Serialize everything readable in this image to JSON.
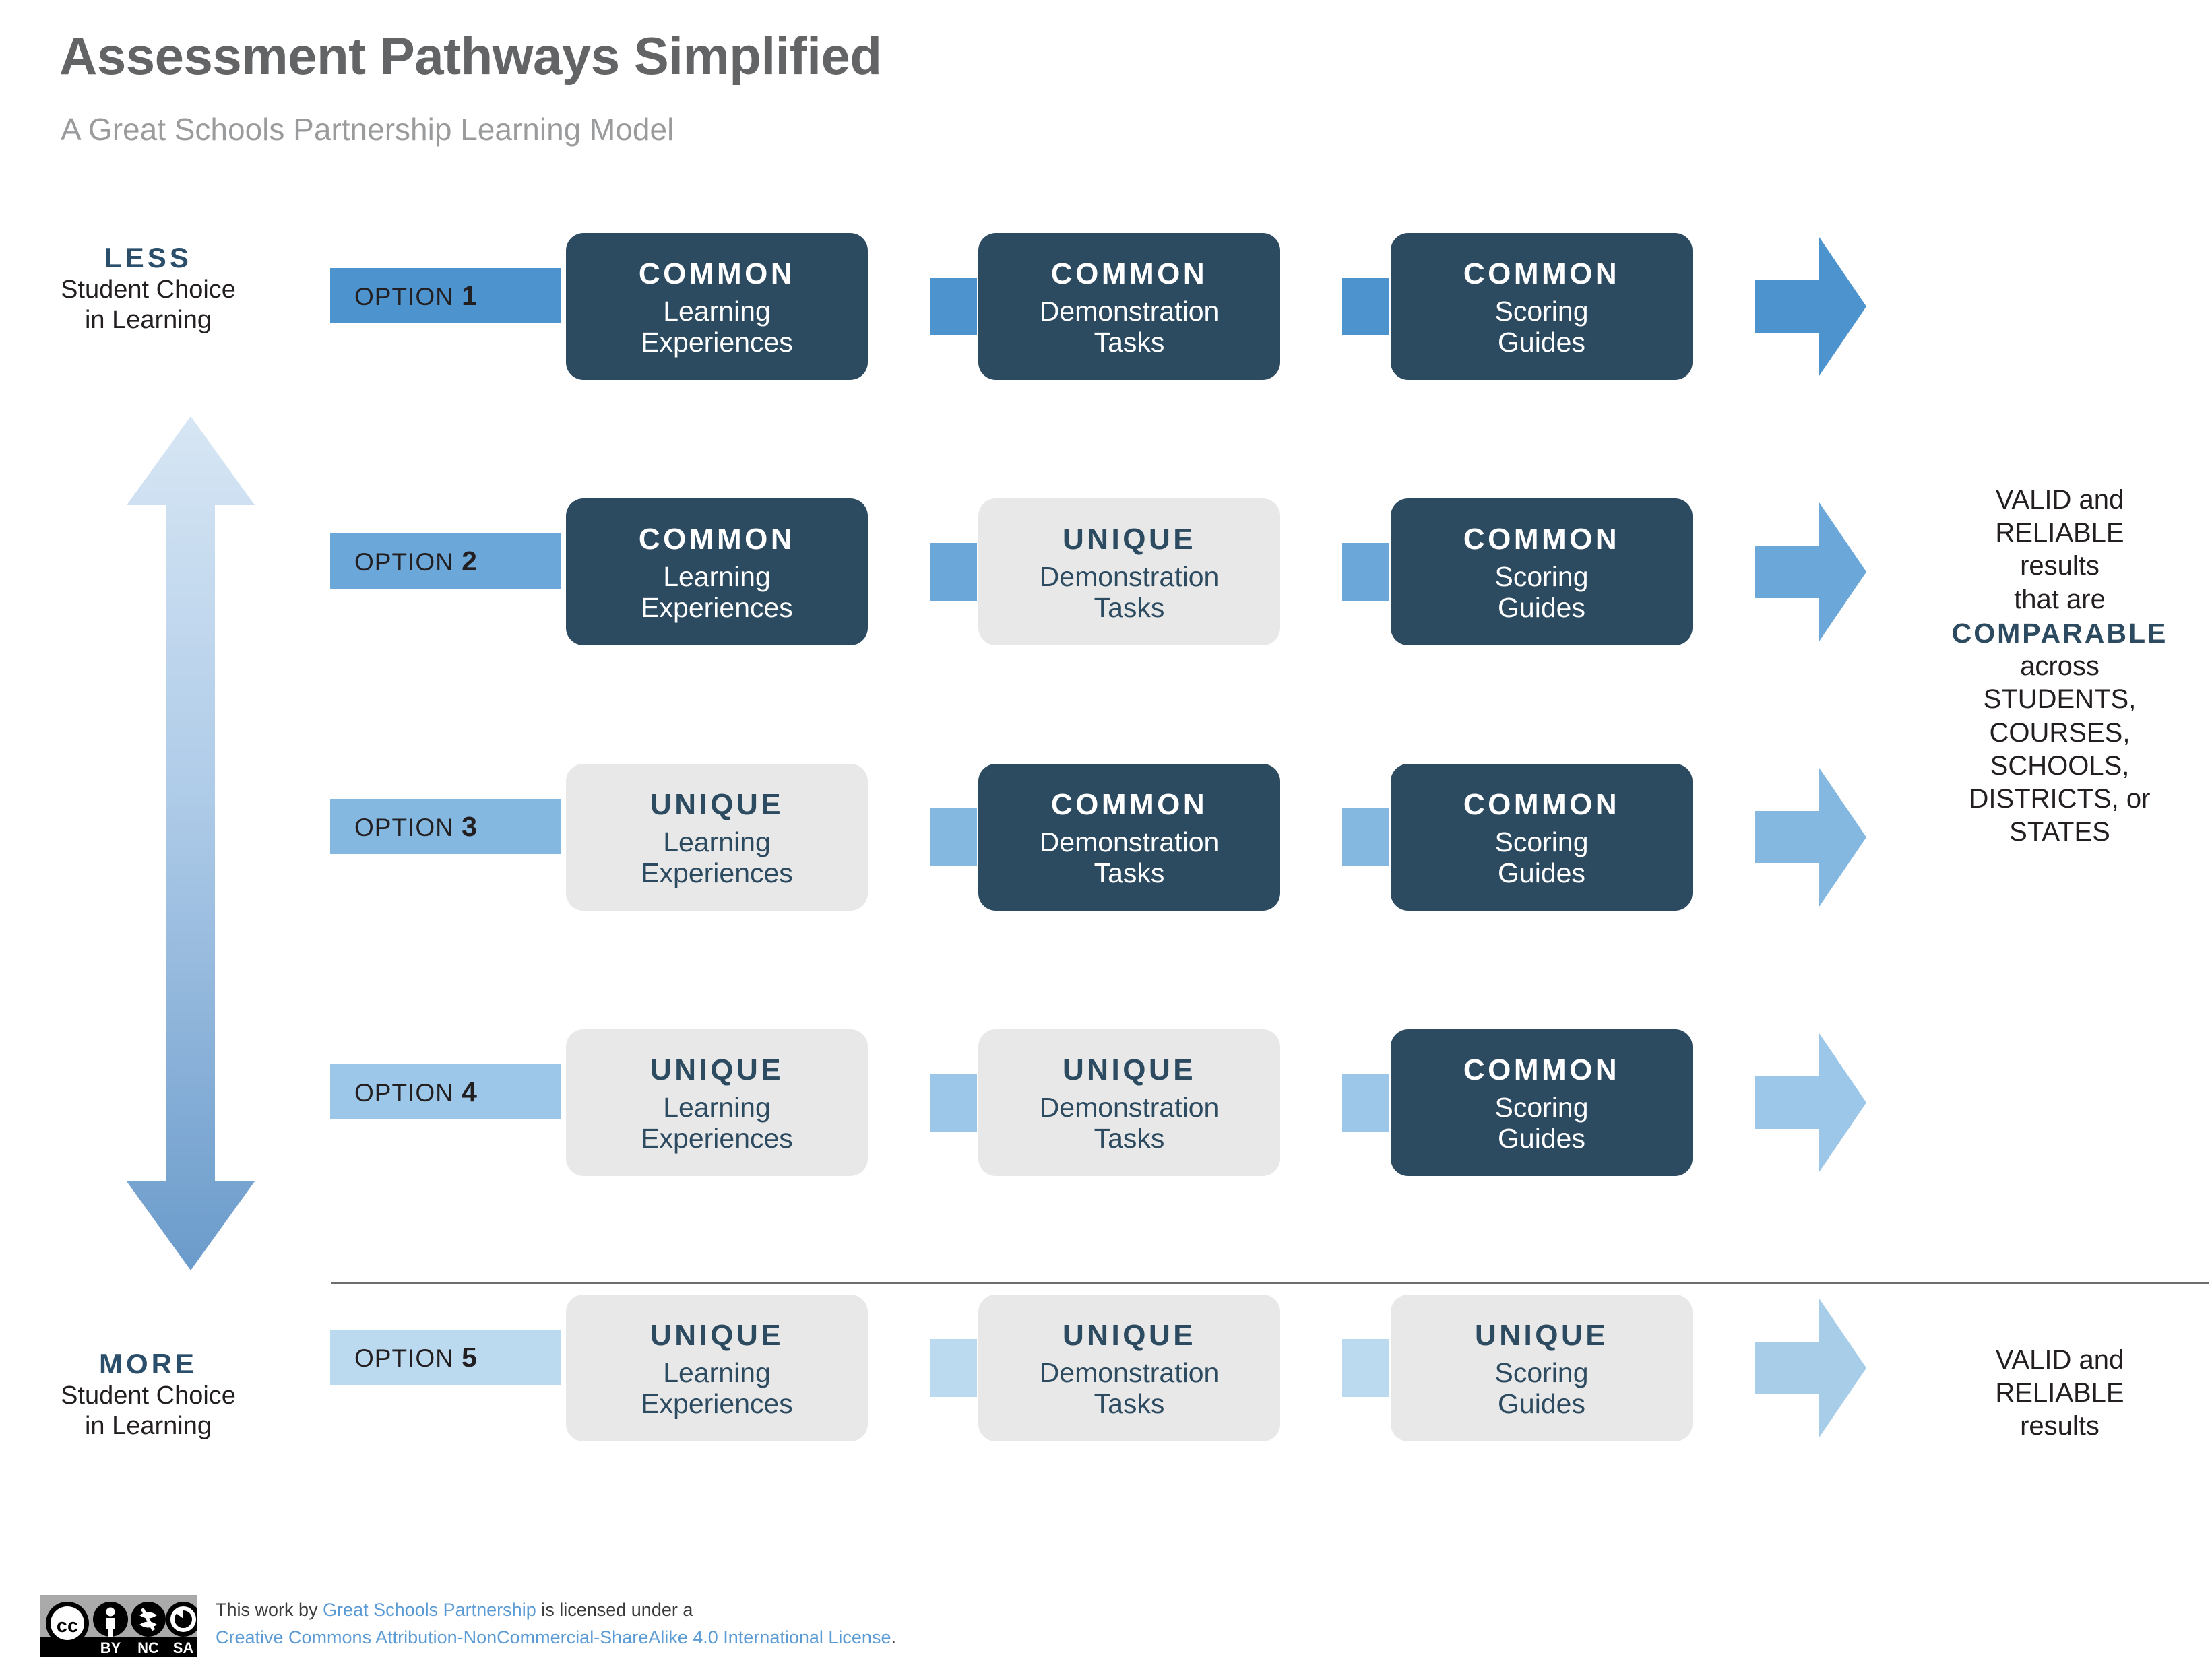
{
  "header": {
    "title": "Assessment Pathways Simplified",
    "subtitle": "A Great Schools Partnership Learning Model"
  },
  "axis": {
    "top": {
      "emphasis": "LESS",
      "line1": "Student Choice",
      "line2": "in Learning"
    },
    "bottom": {
      "emphasis": "MORE",
      "line1": "Student Choice",
      "line2": "in Learning"
    },
    "arrow_name": "double-headed-vertical-arrow"
  },
  "columns": [
    "Learning Experiences",
    "Demonstration Tasks",
    "Scoring Guides"
  ],
  "rows": [
    {
      "option_label": "OPTION",
      "option_number": "1",
      "tag_color": "#4d94ce",
      "connector_color": "#4d94ce",
      "arrow_color": "#4d94ce",
      "stages": [
        {
          "kind": "COMMON",
          "what_line1": "Learning",
          "what_line2": "Experiences",
          "style": "common"
        },
        {
          "kind": "COMMON",
          "what_line1": "Demonstration",
          "what_line2": "Tasks",
          "style": "common"
        },
        {
          "kind": "COMMON",
          "what_line1": "Scoring",
          "what_line2": "Guides",
          "style": "common"
        }
      ]
    },
    {
      "option_label": "OPTION",
      "option_number": "2",
      "tag_color": "#6ba7d8",
      "connector_color": "#6ba7d8",
      "arrow_color": "#6ba7d8",
      "stages": [
        {
          "kind": "COMMON",
          "what_line1": "Learning",
          "what_line2": "Experiences",
          "style": "common"
        },
        {
          "kind": "UNIQUE",
          "what_line1": "Demonstration",
          "what_line2": "Tasks",
          "style": "unique"
        },
        {
          "kind": "COMMON",
          "what_line1": "Scoring",
          "what_line2": "Guides",
          "style": "common"
        }
      ]
    },
    {
      "option_label": "OPTION",
      "option_number": "3",
      "tag_color": "#85b8e0",
      "connector_color": "#85b8e0",
      "arrow_color": "#85b8e0",
      "stages": [
        {
          "kind": "UNIQUE",
          "what_line1": "Learning",
          "what_line2": "Experiences",
          "style": "unique"
        },
        {
          "kind": "COMMON",
          "what_line1": "Demonstration",
          "what_line2": "Tasks",
          "style": "common"
        },
        {
          "kind": "COMMON",
          "what_line1": "Scoring",
          "what_line2": "Guides",
          "style": "common"
        }
      ]
    },
    {
      "option_label": "OPTION",
      "option_number": "4",
      "tag_color": "#9cc7e8",
      "connector_color": "#9cc7e8",
      "arrow_color": "#9cc7e8",
      "stages": [
        {
          "kind": "UNIQUE",
          "what_line1": "Learning",
          "what_line2": "Experiences",
          "style": "unique"
        },
        {
          "kind": "UNIQUE",
          "what_line1": "Demonstration",
          "what_line2": "Tasks",
          "style": "unique"
        },
        {
          "kind": "COMMON",
          "what_line1": "Scoring",
          "what_line2": "Guides",
          "style": "common"
        }
      ]
    },
    {
      "option_label": "OPTION",
      "option_number": "5",
      "tag_color": "#bcdaef",
      "connector_color": "#bcdaef",
      "arrow_color": "#a8cde8",
      "stages": [
        {
          "kind": "UNIQUE",
          "what_line1": "Learning",
          "what_line2": "Experiences",
          "style": "unique"
        },
        {
          "kind": "UNIQUE",
          "what_line1": "Demonstration",
          "what_line2": "Tasks",
          "style": "unique"
        },
        {
          "kind": "UNIQUE",
          "what_line1": "Scoring",
          "what_line2": "Guides",
          "style": "unique"
        }
      ]
    }
  ],
  "results": {
    "top": {
      "l1": "VALID and",
      "l2": "RELIABLE",
      "l3": "results",
      "l4": "that are",
      "l5": "COMPARABLE",
      "l6": "across",
      "l7": "STUDENTS,",
      "l8": "COURSES,",
      "l9": "SCHOOLS,",
      "l10": "DISTRICTS, or",
      "l11": "STATES"
    },
    "bottom": {
      "l1": "VALID and",
      "l2": "RELIABLE",
      "l3": "results"
    }
  },
  "footer": {
    "badge": "cc-by-nc-sa-badge",
    "badge_marks": [
      "cc",
      "BY",
      "NC",
      "SA"
    ],
    "line1_a": "This work by ",
    "line1_link": "Great Schools Partnership",
    "line1_b": " is licensed under a",
    "line2_link": "Creative Commons Attribution-NonCommercial-ShareAlike 4.0 International License",
    "line2_period": "."
  },
  "colors": {
    "common_bg": "#2c4a60",
    "unique_bg": "#e8e8e8",
    "title": "#636466",
    "subtitle": "#9a9b9d",
    "accent_blue": "#4d94ce",
    "link": "#5b9bd5",
    "divider": "#6d6e70"
  }
}
